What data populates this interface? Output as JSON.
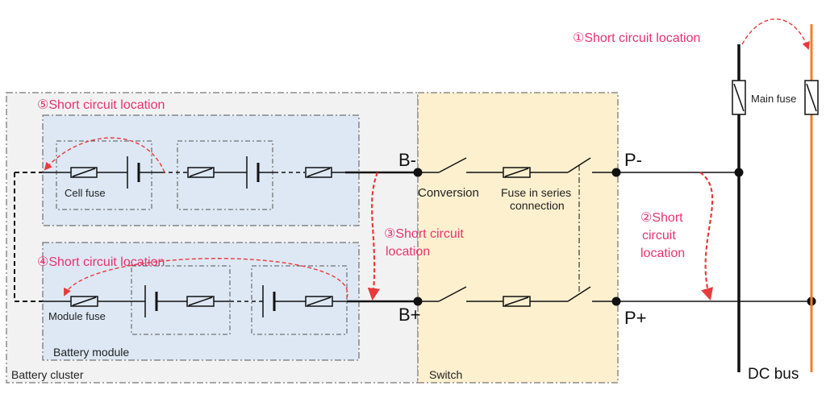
{
  "labels": {
    "battery_cluster": "Battery cluster",
    "battery_module": "Battery module",
    "switch": "Switch",
    "dc_bus": "DC bus",
    "cell_fuse": "Cell fuse",
    "module_fuse": "Module fuse",
    "main_fuse": "Main fuse",
    "conversion": "Conversion",
    "fuse_series_1": "Fuse in series",
    "fuse_series_2": "connection",
    "b_minus": "B-",
    "b_plus": "B+",
    "p_minus": "P-",
    "p_plus": "P+"
  },
  "short_circuits": {
    "loc1": "①Short circuit location",
    "loc2_l1": "②Short",
    "loc2_l2": "circuit",
    "loc2_l3": "location",
    "loc3_l1": "③Short circuit",
    "loc3_l2": "location",
    "loc4": "④Short circuit location",
    "loc5": "⑤Short circuit location"
  },
  "colors": {
    "cluster_bg": "#f2f2f2",
    "module_bg": "#dde8f4",
    "switch_bg": "#fdf0cf",
    "accent_red": "#e8336e",
    "arrow_red": "#e83a3a",
    "dc_bus_orange": "#f07f2a"
  }
}
